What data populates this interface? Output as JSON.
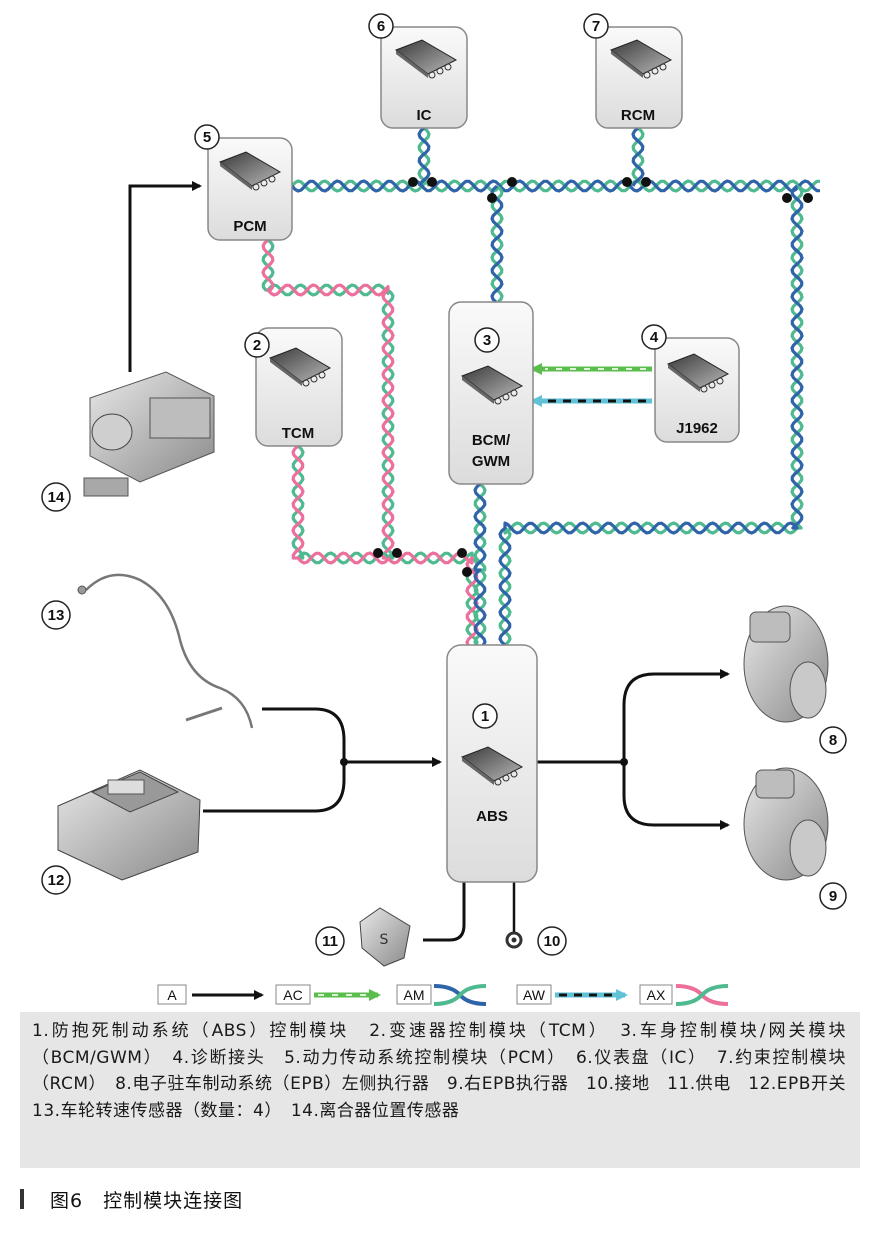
{
  "modules": {
    "abs": {
      "number": "1",
      "label": "ABS"
    },
    "tcm": {
      "number": "2",
      "label": "TCM"
    },
    "bcm": {
      "number": "3",
      "label1": "BCM/",
      "label2": "GWM"
    },
    "j1962": {
      "number": "4",
      "label": "J1962"
    },
    "pcm": {
      "number": "5",
      "label": "PCM"
    },
    "ic": {
      "number": "6",
      "label": "IC"
    },
    "rcm": {
      "number": "7",
      "label": "RCM"
    }
  },
  "components": {
    "left_epb_actuator": {
      "number": "8"
    },
    "right_epb_actuator": {
      "number": "9"
    },
    "ground": {
      "number": "10"
    },
    "power_supply": {
      "number": "11"
    },
    "epb_switch": {
      "number": "12"
    },
    "wheel_speed_sensor": {
      "number": "13"
    },
    "clutch_position_sensor": {
      "number": "14"
    }
  },
  "legend": {
    "a": "A",
    "ac": "AC",
    "am": "AM",
    "aw": "AW",
    "ax": "AX"
  },
  "caption_text": "1.防抱死制动系统（ABS）控制模块　2.变速器控制模块（TCM）　3.车身控制模块/网关模块（BCM/GWM）　4.诊断接头　5.动力传动系统控制模块（PCM）　6.仪表盘（IC）　7.约束控制模块（RCM）　8.电子驻车制动系统（EPB）左侧执行器　9.右EPB执行器　10.接地　11.供电　12.EPB开关　13.车轮转速传感器（数量：4）　14.离合器位置传感器",
  "figure_title": "图6　控制模块连接图",
  "colors": {
    "bus_blue": "#2f64a8",
    "bus_green": "#4fb98f",
    "bus_pink": "#ec6f9c",
    "arrow_black": "#111111",
    "ac_green": "#5bbd4e",
    "aw_cyan": "#5fc2d6",
    "caption_bg": "#e6e6e6"
  }
}
